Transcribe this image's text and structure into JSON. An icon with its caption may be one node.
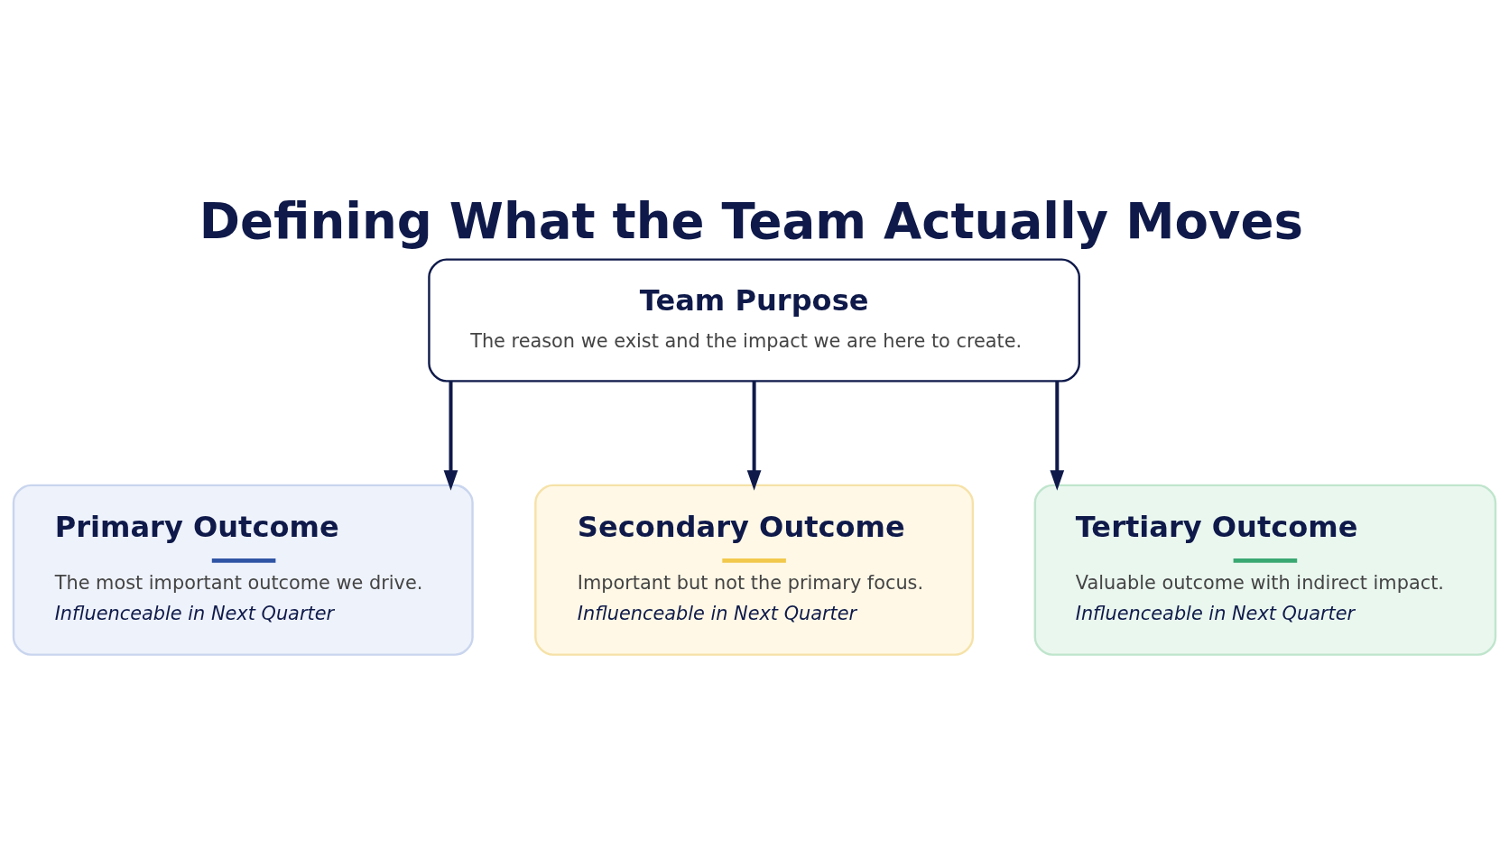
{
  "diagram": {
    "title": "Defining What the Team Actually Moves",
    "nodes": [
      {
        "text": [
          "Team Purpose",
          "The reason we exist and the impact we are here to create."
        ]
      },
      {
        "text": [
          "Primary Outcome",
          "The most important outcome we drive.",
          "Influenceable in Next Quarter"
        ]
      },
      {
        "text": [
          "Secondary Outcome",
          "Important but not the primary focus.",
          "Influenceable in Next Quarter"
        ]
      },
      {
        "text": [
          "Tertiary Outcome",
          "Valuable outcome with indirect impact.",
          "Influenceable in Next Quarter"
        ]
      }
    ],
    "edges": [
      {
        "from": 0,
        "to": 1,
        "arrow": "to"
      },
      {
        "from": 0,
        "to": 2,
        "arrow": "to"
      },
      {
        "from": 0,
        "to": 3,
        "arrow": "to"
      }
    ]
  }
}
